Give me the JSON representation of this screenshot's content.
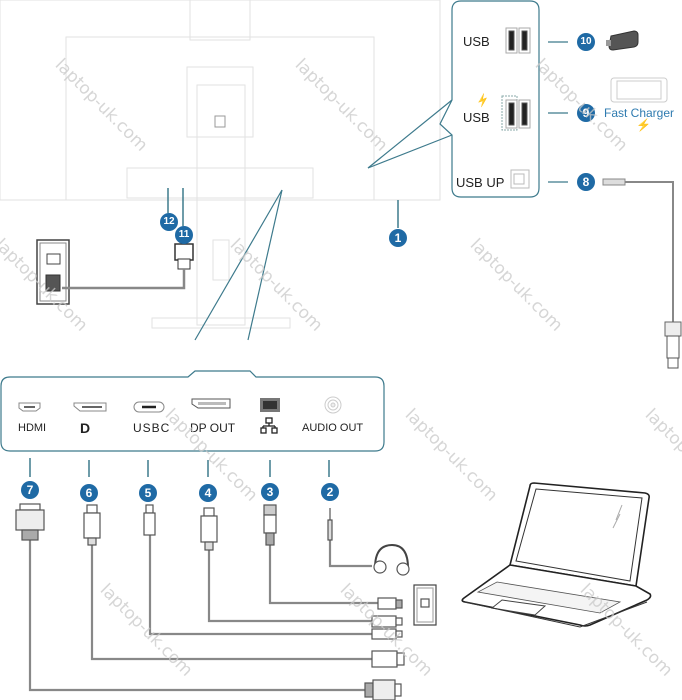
{
  "top_panel": {
    "ports": [
      {
        "label": "USB",
        "badge": "10",
        "device": "usb-flash-drive"
      },
      {
        "label": "USB",
        "badge": "9",
        "device": "smartphone",
        "note": "Fast Charger",
        "charge_symbol": "⚡"
      },
      {
        "label": "USB UP",
        "badge": "8",
        "device": "usb-upstream-cable"
      }
    ],
    "lightning": "⚡"
  },
  "monitor": {
    "badges": {
      "b1": "1",
      "b11": "11",
      "b12": "12"
    }
  },
  "bottom_panel": {
    "ports": [
      {
        "label": "HDMI",
        "badge": "7"
      },
      {
        "label": "D",
        "badge": "6",
        "is_dp_logo": true
      },
      {
        "label": "USBC",
        "badge": "5"
      },
      {
        "label": "DP OUT",
        "badge": "4"
      },
      {
        "label": "",
        "badge": "3",
        "is_network_icon": true
      },
      {
        "label": "AUDIO OUT",
        "badge": "2"
      }
    ]
  },
  "watermark": "laptop-uk.com",
  "colors": {
    "accent": "#1f6aa5",
    "line": "#3d7a8c",
    "cable": "#888888",
    "outline": "#555555"
  }
}
